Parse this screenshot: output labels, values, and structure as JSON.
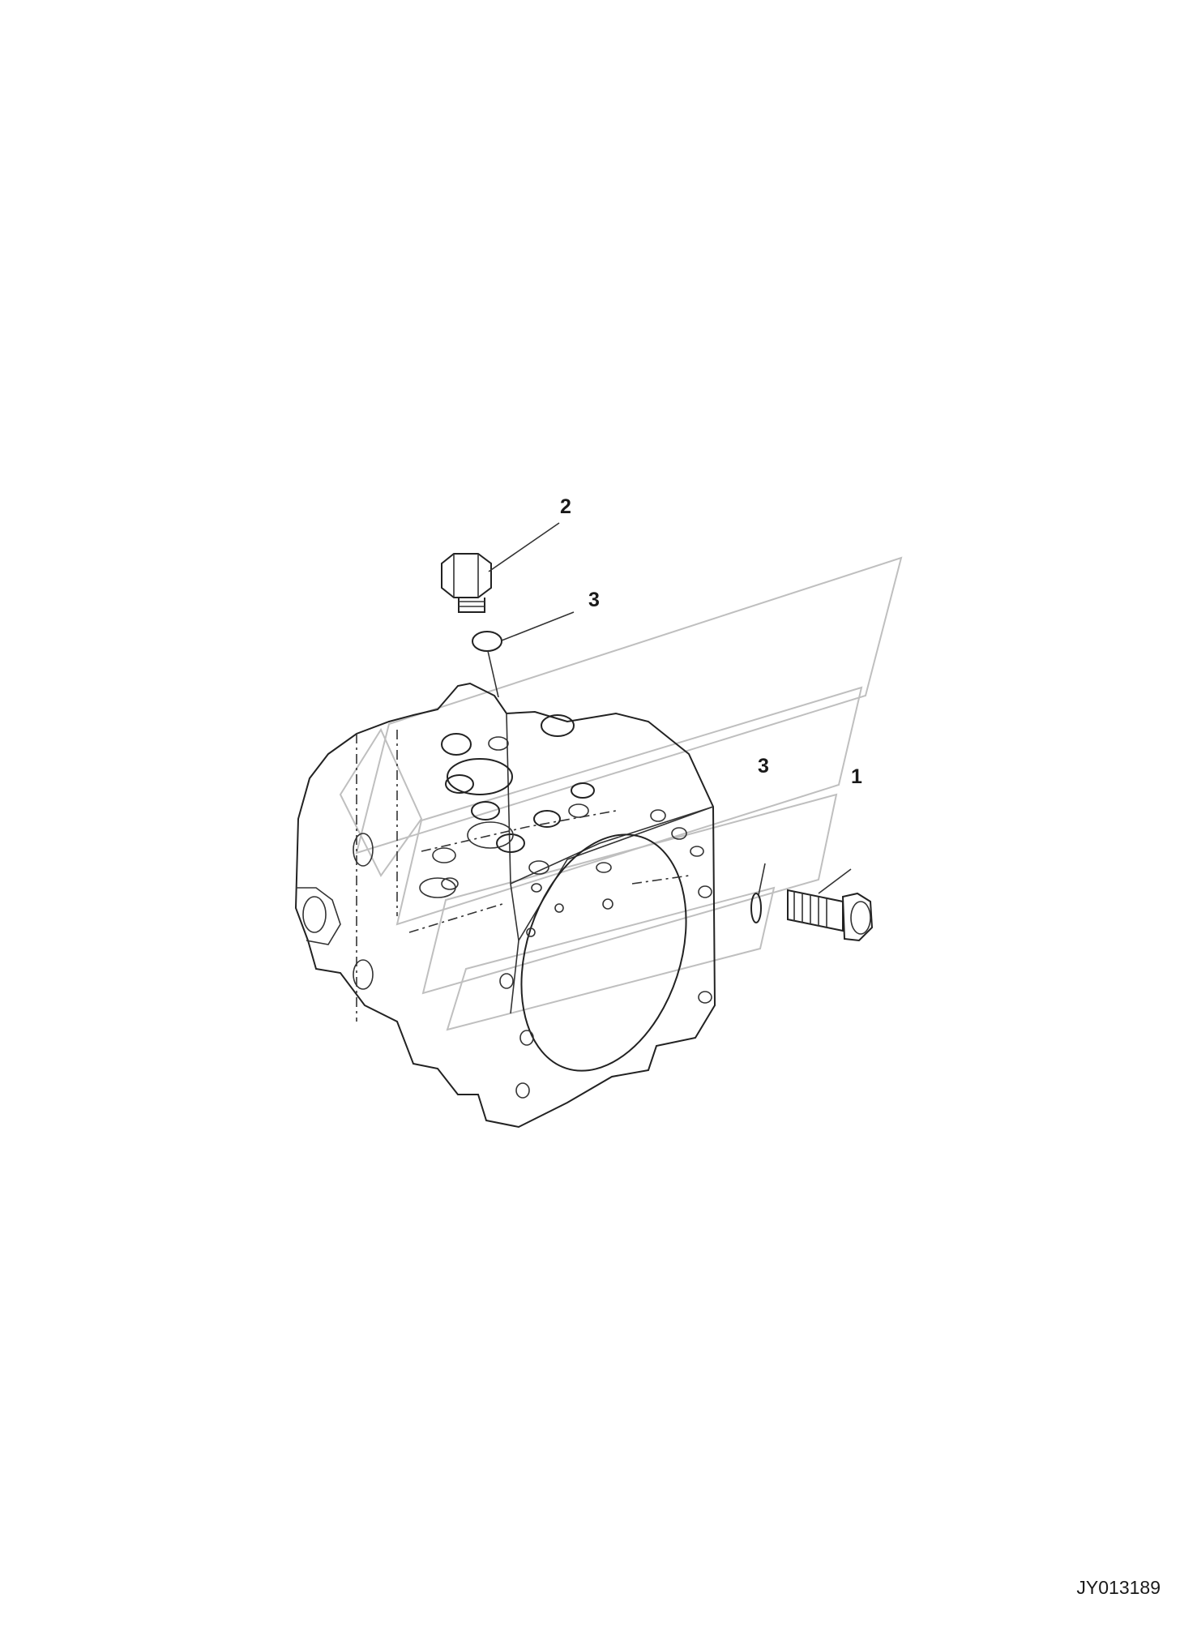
{
  "callouts": {
    "c1": "1",
    "c2": "2",
    "c3_top": "3",
    "c3_right": "3"
  },
  "reference": "JY013189",
  "colors": {
    "line": "#222222",
    "watermark": "#bfbfbf",
    "background": "#ffffff"
  }
}
